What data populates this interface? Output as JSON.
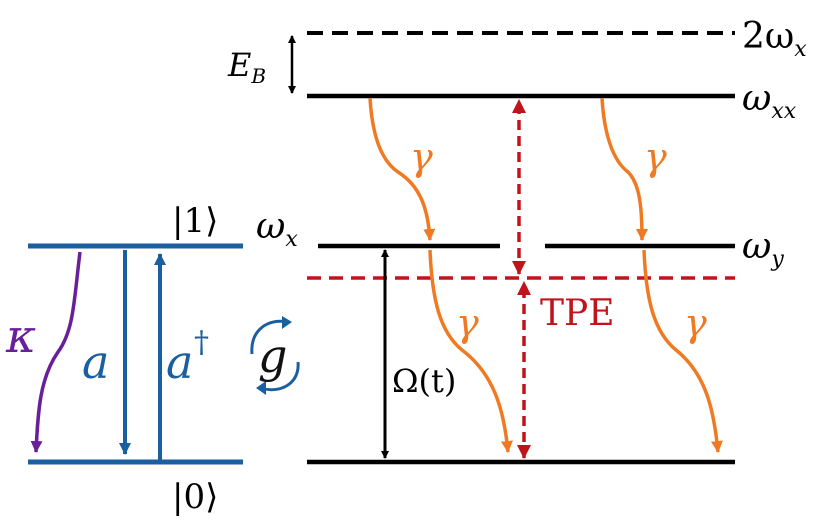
{
  "colors": {
    "black": "#000000",
    "cavity_blue": "#1a5fa0",
    "kappa_purple": "#6a1f9a",
    "gamma_orange": "#f07a22",
    "tpe_red": "#c0141c"
  },
  "cavity": {
    "upper_state": "|1⟩",
    "lower_state": "|0⟩",
    "decay_symbol": "κ",
    "annihilation_symbol": "a",
    "creation_symbol": "a",
    "creation_dagger": "†",
    "coupling_symbol": "g"
  },
  "quantum_dot": {
    "level_2wx": "2ω",
    "level_2wx_sub": "x",
    "level_wxx": "ω",
    "level_wxx_sub": "xx",
    "level_wx": "ω",
    "level_wx_sub": "x",
    "level_wy": "ω",
    "level_wy_sub": "y",
    "binding_energy": "E",
    "binding_energy_sub": "B",
    "gamma_symbol": "γ",
    "tpe_label": "TPE",
    "rabi_label": "Ω(t)"
  }
}
